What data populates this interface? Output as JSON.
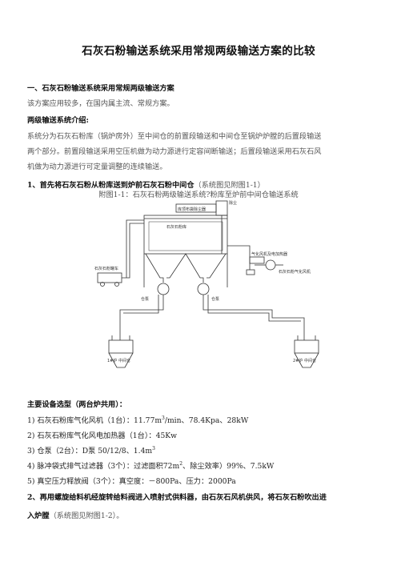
{
  "title": "石灰石粉输送系统采用常规两级输送方案的比较",
  "section1_heading": "一、石灰石粉输送系统采用常规两级输送方案",
  "section1_intro": "该方案应用较多，在国内属主流、常规方案。",
  "system_intro_heading": "两级输送系统介绍:",
  "system_intro_line1": "系统分为石灰石粉库（锅炉房外）至中间仓的前置段输送和中间仓至锅炉炉膛的后置段输送",
  "system_intro_line2": "两个部分。前置段输送采用空压机做为动力源进行定容间断输送；后置段输送采用石灰石风",
  "system_intro_line3": "机做为动力源进行可定量调整的连续输送。",
  "step1_heading": "1、首先将石灰石粉从粉库送到炉前石灰石粉中间仓",
  "step1_ref": "（系统图见附图1-1）",
  "figure_caption": "附图1-1：石灰石粉两级输送系统?粉库至炉前中间仓输送系统",
  "figure_labels": {
    "bag_filter": "库顶布袋除尘器",
    "silo": "石灰石粉库",
    "dust": "除尘",
    "truck": "石灰石粉罐车",
    "vaporize": "气化风机及电加热器",
    "vaporize2": "石灰石粉气化风机",
    "pump_left": "仓泵",
    "pump_right": "仓泵",
    "silo_left": "1#炉 中间仓",
    "silo_right": "2#炉 中间仓"
  },
  "equipment_heading": "主要设备选型（两台炉共用）：",
  "equipment": [
    {
      "text": "1) 石灰石粉库气化风机（1台）：11.77m",
      "sup": "3",
      "tail": "/min、78.4Kpa、28kW"
    },
    {
      "text": "2) 石灰石粉库气化风电加热器（1台）：45Kw",
      "sup": "",
      "tail": ""
    },
    {
      "text": "3) 仓泵（2台）：D泵   50/12/8、1.4m",
      "sup": "3",
      "tail": ""
    },
    {
      "text": "4) 脉冲袋式排气过滤器（3个）：过滤面积72m",
      "sup": "2",
      "tail": "、除尘效率）99%、7.5kW"
    },
    {
      "text": "5) 真空压力释放阀（3个）：真空度：－800Pa、压力：2000Pa",
      "sup": "",
      "tail": ""
    }
  ],
  "step2_line1": "2、再用螺旋给料机经旋转给料阀进入喷射式供料器，由石灰石风机供风，将石灰石粉吹出进",
  "step2_line2": "入炉膛",
  "step2_ref": "（系统图见附图1-2）。"
}
